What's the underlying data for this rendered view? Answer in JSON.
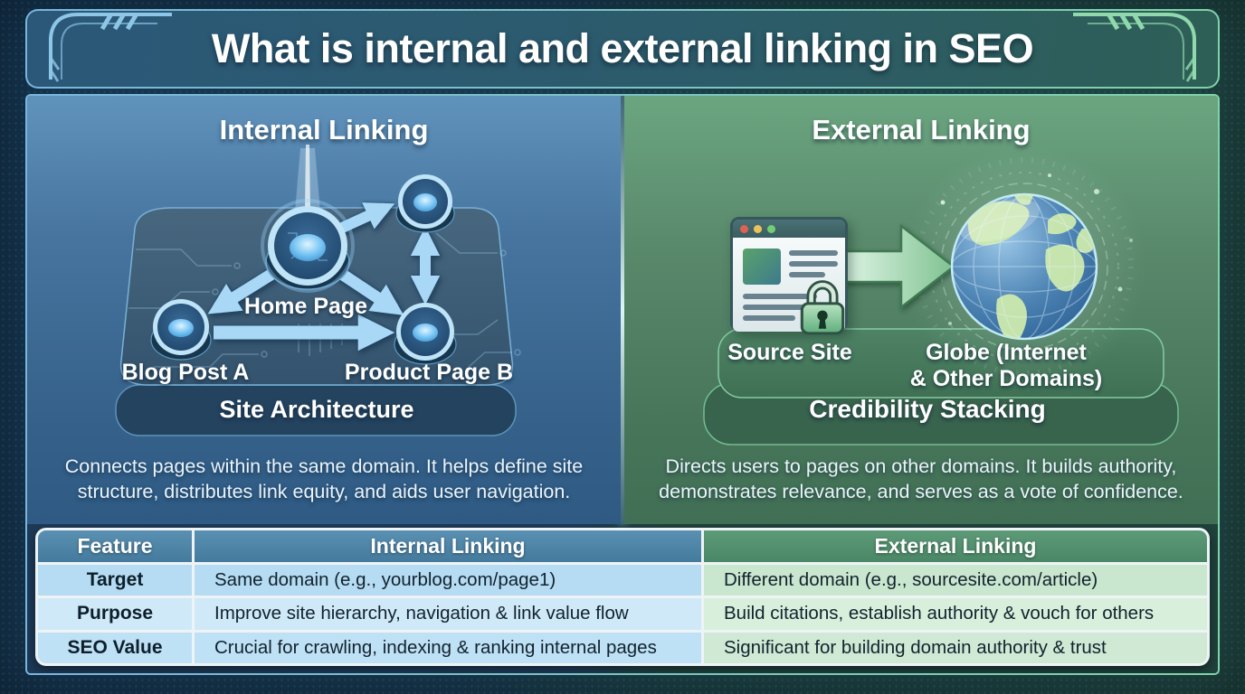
{
  "title": "What is internal and external linking in SEO",
  "panels": {
    "internal": {
      "heading": "Internal Linking",
      "diagram": {
        "node_home": "Home Page",
        "node_blog": "Blog Post A",
        "node_product": "Product Page B",
        "platform_label": "Site Architecture"
      },
      "description": "Connects pages within the same domain. It helps define site\nstructure, distributes link equity, and aids user navigation."
    },
    "external": {
      "heading": "External Linking",
      "diagram": {
        "source_label": "Source Site",
        "globe_label": "Globe (Internet\n& Other Domains)",
        "platform_label": "Credibility Stacking"
      },
      "description": "Directs users to pages on other domains. It builds authority,\ndemonstrates relevance, and serves as a vote of confidence."
    }
  },
  "table": {
    "headers": [
      "Feature",
      "Internal Linking",
      "External Linking"
    ],
    "rows": [
      {
        "feature": "Target",
        "internal": "Same domain (e.g., yourblog.com/page1)",
        "external": "Different domain (e.g., sourcesite.com/article)"
      },
      {
        "feature": "Purpose",
        "internal": "Improve site hierarchy, navigation & link value flow",
        "external": "Build citations, establish authority & vouch for others"
      },
      {
        "feature": "SEO Value",
        "internal": "Crucial for crawling, indexing & ranking internal pages",
        "external": "Significant for building domain authority & trust"
      }
    ]
  },
  "icons": {
    "hud_corner": "sci-fi bracket frame",
    "traffic_lights": "browser window dots",
    "padlock": "secure lock",
    "globe": "earth globe",
    "flow_arrow": "thick right arrow",
    "page_node": "glowing disc node"
  },
  "colors": {
    "internal_header": "#4d84a6",
    "external_header": "#53906f",
    "internal_row_dark": "#b5dcf2",
    "internal_row_light": "#cfe9f8",
    "external_row_dark": "#c9e6ce",
    "external_row_light": "#d8efdc",
    "internal_panel_top": "#6093bc",
    "internal_panel_bottom": "#2e5a83",
    "external_panel_top": "#6ba580",
    "external_panel_bottom": "#416f55",
    "arrow_blue": "#a8d8f5",
    "arrow_green": "#8cc89b",
    "banner_border_blue": "#8ec6e8",
    "banner_border_green": "#8fd9ac",
    "traffic_red": "#e2604f",
    "traffic_yellow": "#eec25b",
    "traffic_green": "#74cd74"
  }
}
